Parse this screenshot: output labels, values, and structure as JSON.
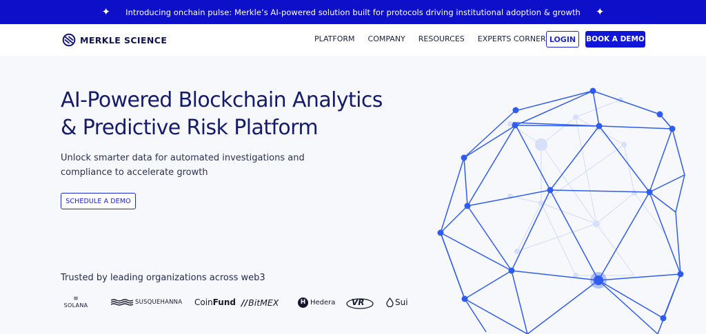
{
  "announcement": {
    "text": "Introducing onchain pulse:  Merkle’s AI-powered solution built for protocols driving institutional adoption & growth"
  },
  "header": {
    "brand": "MERKLE SCIENCE",
    "nav_items": [
      {
        "label": "PLATFORM"
      },
      {
        "label": "COMPANY"
      },
      {
        "label": "RESOURCES"
      },
      {
        "label": "EXPERTS CORNER"
      }
    ],
    "login_label": "LOGIN",
    "book_demo_label": "BOOK A DEMO"
  },
  "hero": {
    "title_line1": "AI-Powered Blockchain Analytics",
    "title_line2": "& Predictive Risk Platform",
    "subtitle_line1": "Unlock smarter data for automated investigations and",
    "subtitle_line2": "compliance to accelerate growth",
    "cta_label": "SCHEDULE A DEMO"
  },
  "trusted": {
    "heading": "Trusted by leading organizations across web3",
    "logos": [
      {
        "name": "SOLANA",
        "icon": "solana-icon"
      },
      {
        "name": "SUSQUEHANNA",
        "icon": "susquehanna-waves-icon"
      },
      {
        "name_part1": "Coin",
        "name_part2": "Fund"
      },
      {
        "name": "BitMEX",
        "icon": "bitmex-slash-icon"
      },
      {
        "name": "Hedera",
        "icon": "hedera-h-icon"
      },
      {
        "name": "VR"
      },
      {
        "name": "Sui",
        "icon": "sui-drop-icon"
      }
    ]
  },
  "colors": {
    "brand_blue": "#0d0fc9",
    "title_navy": "#151b6b",
    "globe_blue": "#2f5cf0"
  },
  "icons": {
    "banner_sparkle": "✦",
    "logo": "merkle-science-logo-icon",
    "globe": "network-globe-illustration"
  }
}
